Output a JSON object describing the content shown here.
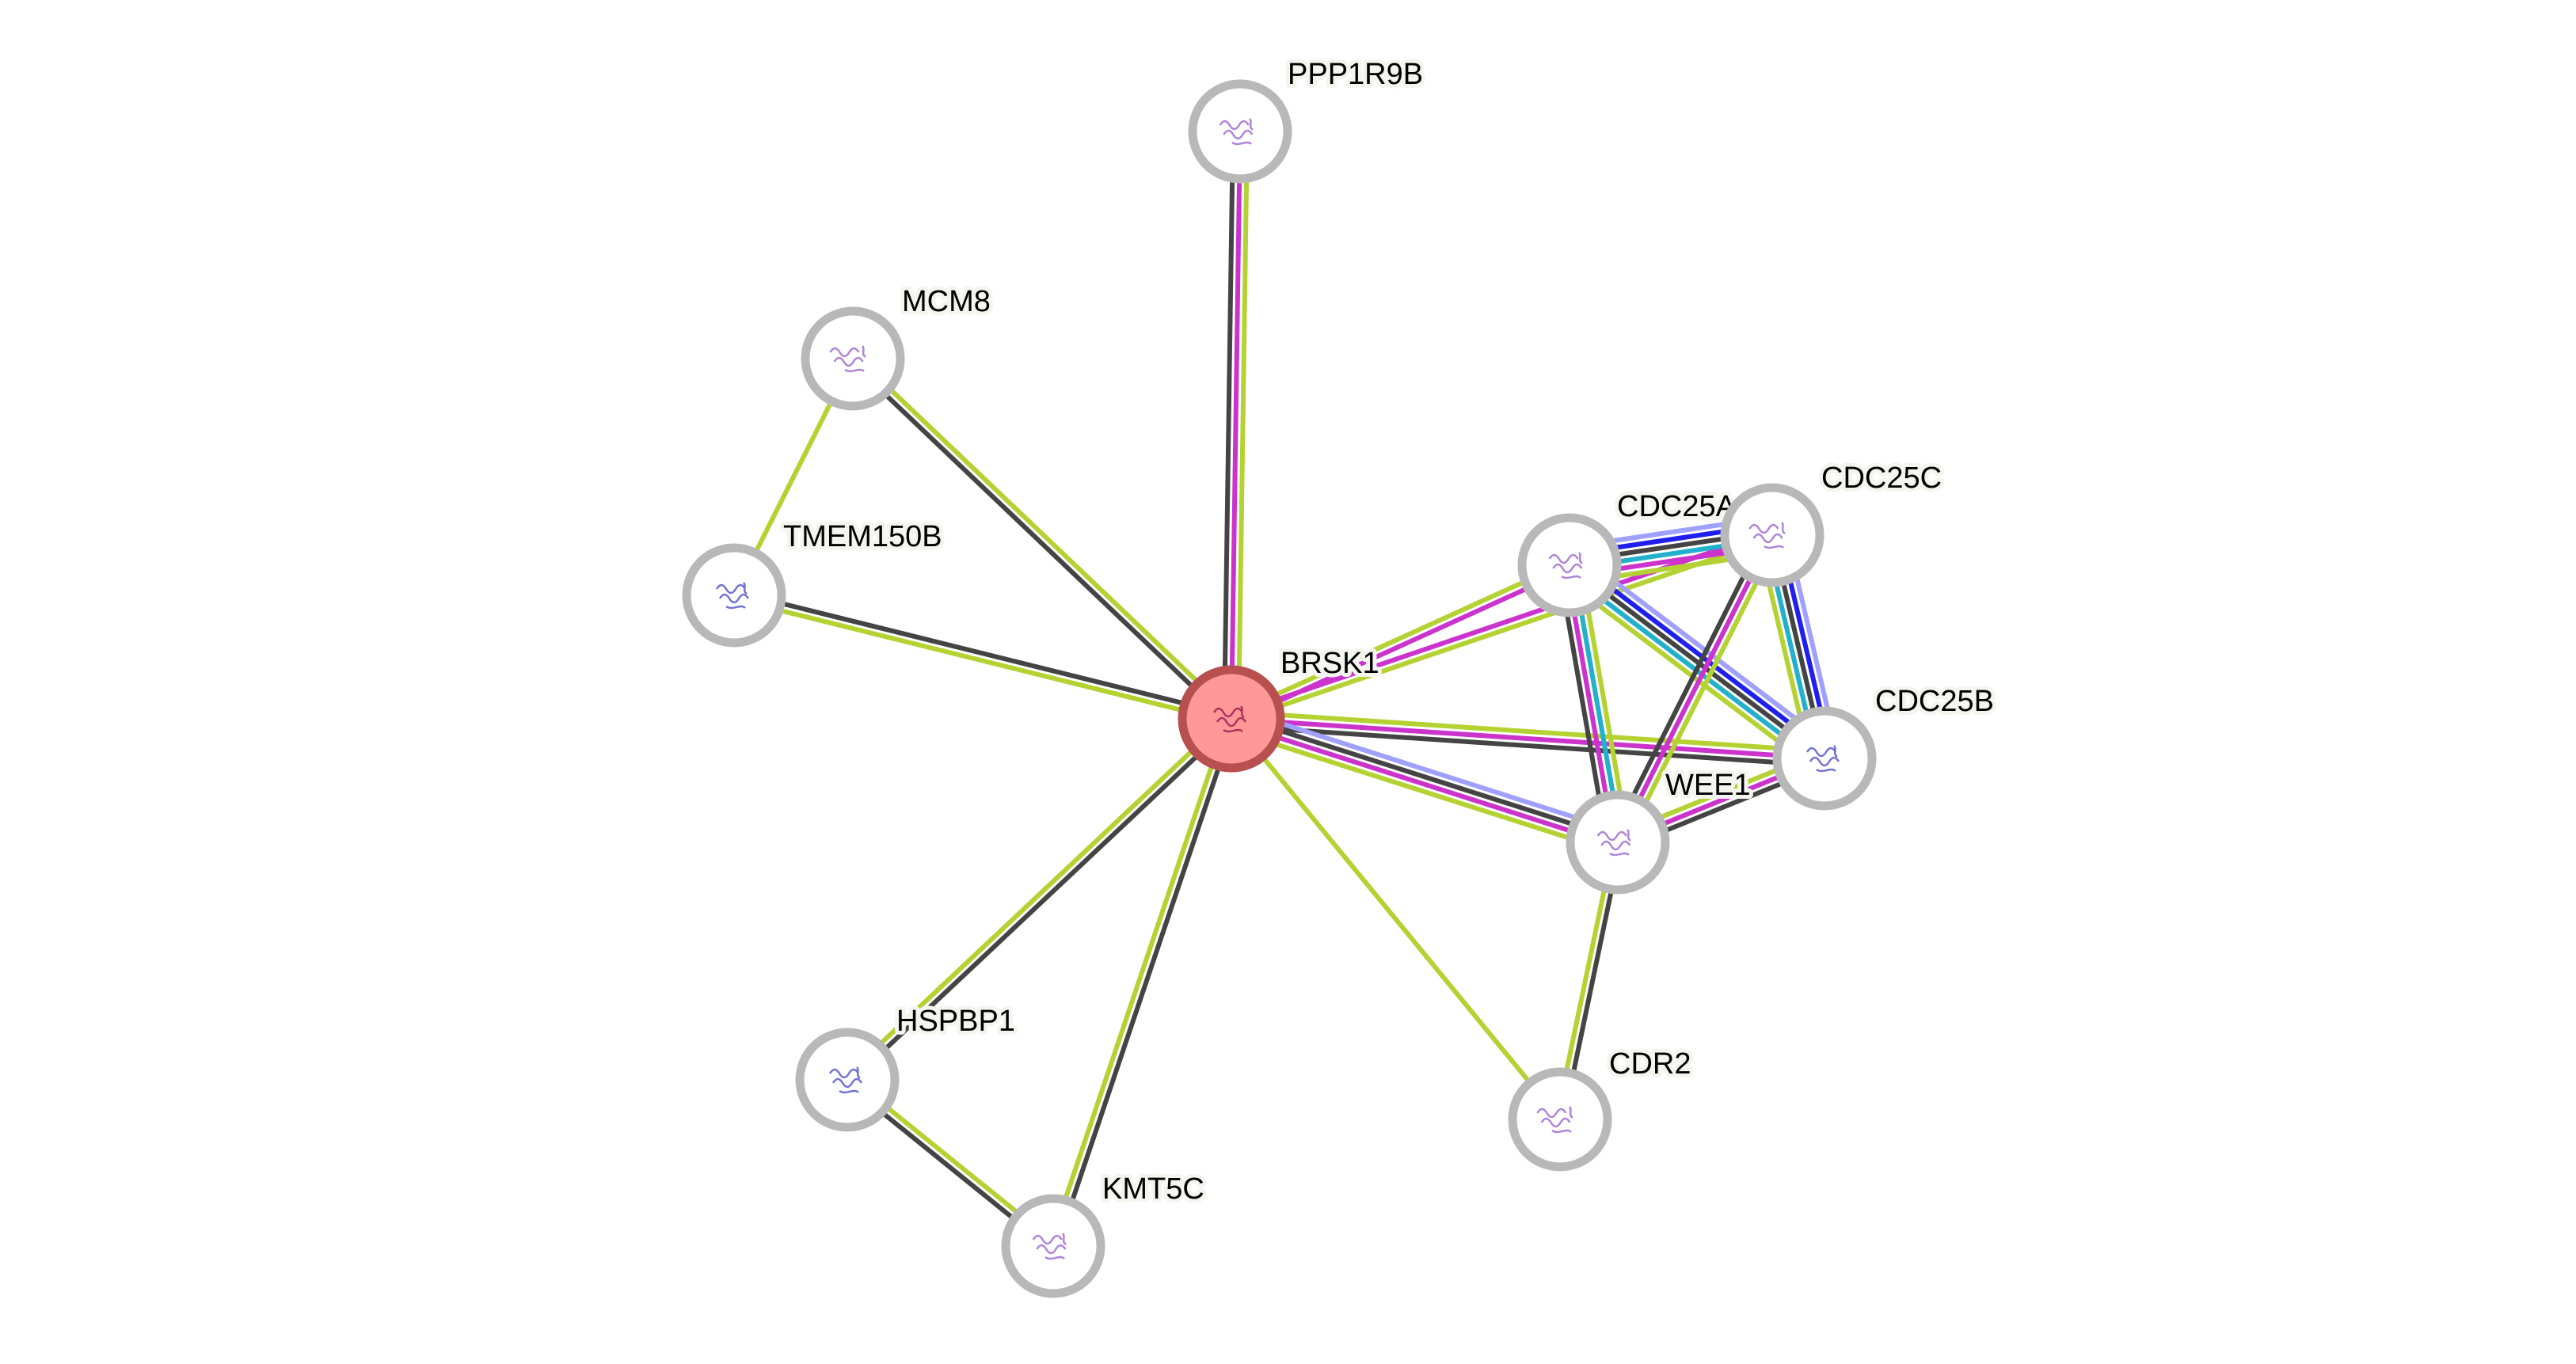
{
  "network": {
    "query_protein": "BRSK1",
    "nodes": [
      {
        "id": "BRSK1",
        "label": "BRSK1",
        "query": true,
        "icon": "protein-structure-icon"
      },
      {
        "id": "PPP1R9B",
        "label": "PPP1R9B",
        "query": false,
        "icon": "protein-structure-icon"
      },
      {
        "id": "MCM8",
        "label": "MCM8",
        "query": false,
        "icon": "protein-structure-icon"
      },
      {
        "id": "TMEM150B",
        "label": "TMEM150B",
        "query": false,
        "icon": "protein-structure-icon"
      },
      {
        "id": "CDC25A",
        "label": "CDC25A",
        "query": false,
        "icon": "protein-structure-icon"
      },
      {
        "id": "CDC25C",
        "label": "CDC25C",
        "query": false,
        "icon": "protein-structure-icon"
      },
      {
        "id": "CDC25B",
        "label": "CDC25B",
        "query": false,
        "icon": "protein-structure-icon"
      },
      {
        "id": "WEE1",
        "label": "WEE1",
        "query": false,
        "icon": "protein-structure-icon"
      },
      {
        "id": "CDR2",
        "label": "CDR2",
        "query": false,
        "icon": "protein-structure-icon"
      },
      {
        "id": "HSPBP1",
        "label": "HSPBP1",
        "query": false,
        "icon": "protein-structure-icon"
      },
      {
        "id": "KMT5C",
        "label": "KMT5C",
        "query": false,
        "icon": "protein-structure-icon"
      }
    ],
    "evidence_colors": {
      "coexpression": "#444444",
      "experiments": "#cc33cc",
      "textmining": "#b4d232",
      "homology": "#a0a0ff",
      "cooccurrence": "#2020ee",
      "databases": "#22b0cc"
    },
    "edges": [
      {
        "source": "BRSK1",
        "target": "PPP1R9B",
        "evidence": [
          "coexpression",
          "experiments",
          "textmining"
        ]
      },
      {
        "source": "BRSK1",
        "target": "MCM8",
        "evidence": [
          "coexpression",
          "textmining"
        ]
      },
      {
        "source": "BRSK1",
        "target": "TMEM150B",
        "evidence": [
          "textmining",
          "coexpression"
        ]
      },
      {
        "source": "MCM8",
        "target": "TMEM150B",
        "evidence": [
          "textmining"
        ]
      },
      {
        "source": "BRSK1",
        "target": "CDC25A",
        "evidence": [
          "textmining",
          "experiments"
        ]
      },
      {
        "source": "BRSK1",
        "target": "CDC25C",
        "evidence": [
          "experiments",
          "textmining"
        ]
      },
      {
        "source": "BRSK1",
        "target": "CDC25B",
        "evidence": [
          "textmining",
          "experiments",
          "coexpression"
        ]
      },
      {
        "source": "BRSK1",
        "target": "WEE1",
        "evidence": [
          "homology",
          "coexpression",
          "experiments",
          "textmining"
        ]
      },
      {
        "source": "BRSK1",
        "target": "CDR2",
        "evidence": [
          "textmining"
        ]
      },
      {
        "source": "BRSK1",
        "target": "HSPBP1",
        "evidence": [
          "coexpression",
          "textmining"
        ]
      },
      {
        "source": "BRSK1",
        "target": "KMT5C",
        "evidence": [
          "coexpression",
          "textmining"
        ]
      },
      {
        "source": "HSPBP1",
        "target": "KMT5C",
        "evidence": [
          "textmining",
          "coexpression"
        ]
      },
      {
        "source": "CDC25A",
        "target": "CDC25C",
        "evidence": [
          "homology",
          "cooccurrence",
          "coexpression",
          "databases",
          "experiments",
          "textmining"
        ]
      },
      {
        "source": "CDC25A",
        "target": "CDC25B",
        "evidence": [
          "homology",
          "cooccurrence",
          "coexpression",
          "databases",
          "textmining"
        ]
      },
      {
        "source": "CDC25C",
        "target": "CDC25B",
        "evidence": [
          "homology",
          "cooccurrence",
          "coexpression",
          "databases",
          "textmining"
        ]
      },
      {
        "source": "CDC25A",
        "target": "WEE1",
        "evidence": [
          "textmining",
          "databases",
          "experiments",
          "coexpression"
        ]
      },
      {
        "source": "CDC25C",
        "target": "WEE1",
        "evidence": [
          "textmining",
          "experiments",
          "coexpression"
        ]
      },
      {
        "source": "WEE1",
        "target": "CDC25B",
        "evidence": [
          "textmining",
          "experiments",
          "coexpression"
        ]
      },
      {
        "source": "WEE1",
        "target": "CDR2",
        "evidence": [
          "coexpression",
          "textmining"
        ]
      }
    ]
  }
}
